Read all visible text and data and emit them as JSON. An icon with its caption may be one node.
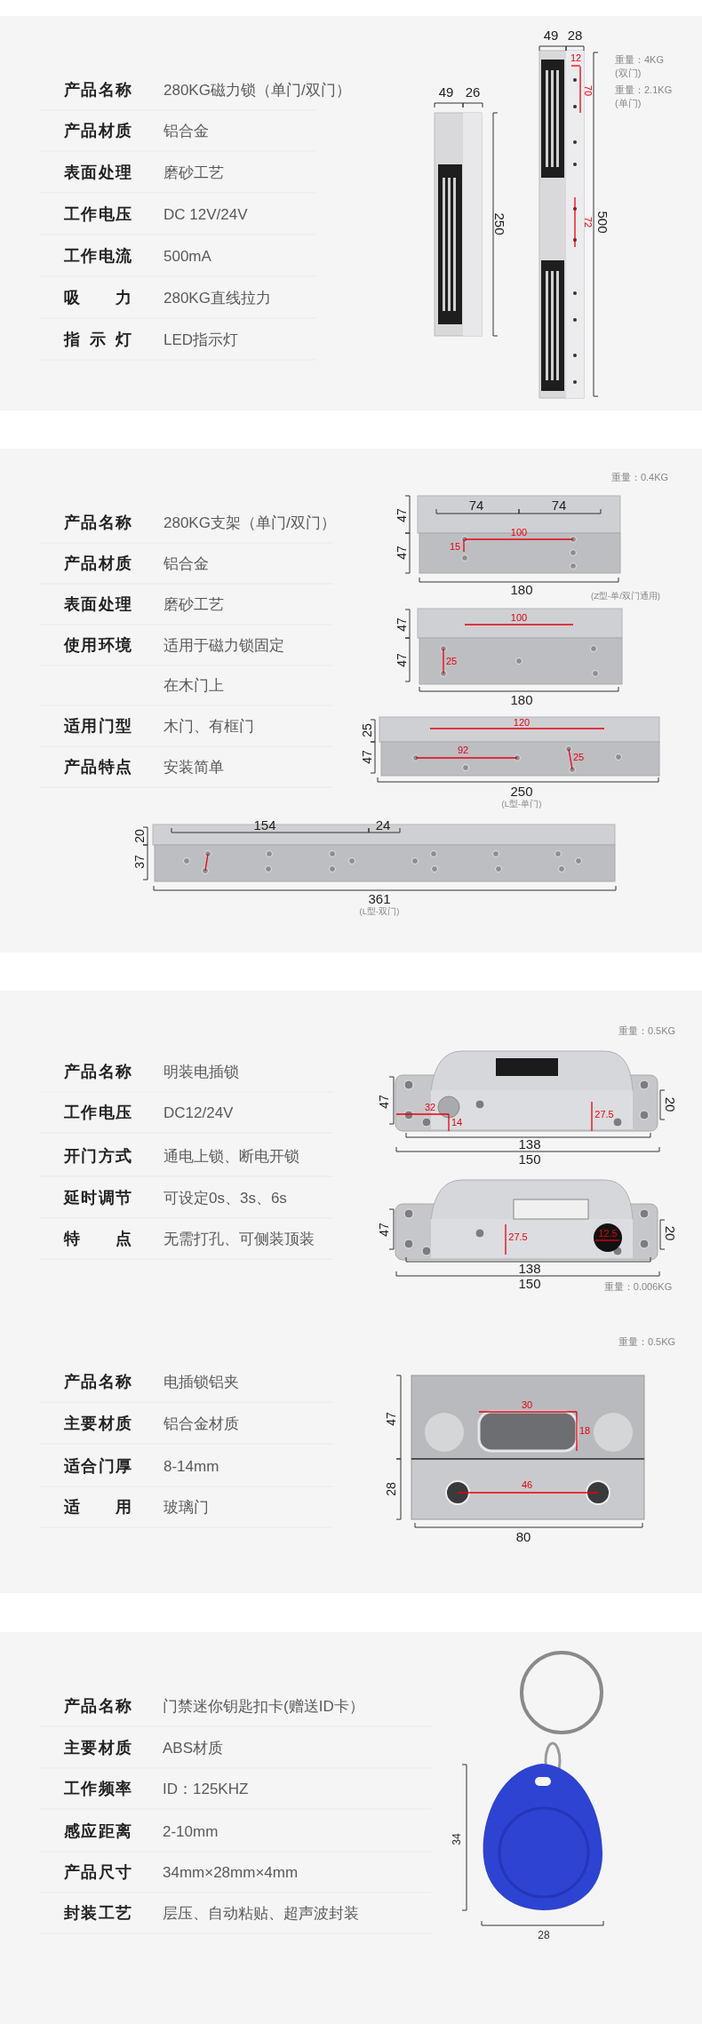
{
  "diagram": {
    "labels": [
      "产品名称",
      "280KG磁力锁（单门/双门）",
      "产品材质",
      "铝合金",
      "表面处理",
      "磨砂工艺",
      "工作电压",
      "DC 12V/24V",
      "工作电流",
      "500mA",
      "吸力",
      "280KG直线拉力",
      "指示灯",
      "LED指示灯",
      "49",
      "26",
      "250",
      "49",
      "28",
      "12",
      "70",
      "72",
      "500",
      "重量：4KG",
      "(双门)",
      "重量：2.1KG",
      "(单门)",
      "重量：0.4KG",
      "产品名称",
      "280KG支架（单门/双门）",
      "产品材质",
      "铝合金",
      "表面处理",
      "磨砂工艺",
      "使用环境",
      "适用于磁力锁固定",
      "在木门上",
      "适用门型",
      "木门、有框门",
      "产品特点",
      "安装简单",
      "74",
      "74",
      "100",
      "15",
      "47",
      "47",
      "180",
      "(Z型-单/双门通用)",
      "100",
      "25",
      "47",
      "47",
      "180",
      "120",
      "92",
      "25",
      "25",
      "47",
      "250",
      "(L型-单门)",
      "154",
      "24",
      "20",
      "37",
      "361",
      "(L型-双门)",
      "重量：0.5KG",
      "产品名称",
      "明装电插锁",
      "工作电压",
      "DC12/24V",
      "开门方式",
      "通电上锁、断电开锁",
      "延时调节",
      "可设定0s、3s、6s",
      "特点",
      "无需打孔、可侧装顶装",
      "47",
      "32",
      "14",
      "27.5",
      "20",
      "138",
      "150",
      "47",
      "27.5",
      "12.5",
      "20",
      "138",
      "150",
      "重量：0.006KG",
      "重量：0.5KG",
      "产品名称",
      "电插锁铝夹",
      "主要材质",
      "铝合金材质",
      "适合门厚",
      "8-14mm",
      "适用",
      "玻璃门",
      "47",
      "28",
      "30",
      "18",
      "46",
      "80",
      "产品名称",
      "门禁迷你钥匙扣卡(赠送ID卡）",
      "主要材质",
      "ABS材质",
      "工作频率",
      "ID：125KHZ",
      "感应距离",
      "2-10mm",
      "产品尺寸",
      "34mm×28mm×4mm",
      "封装工艺",
      "层压、自动粘贴、超声波封装",
      "34",
      "28"
    ]
  }
}
